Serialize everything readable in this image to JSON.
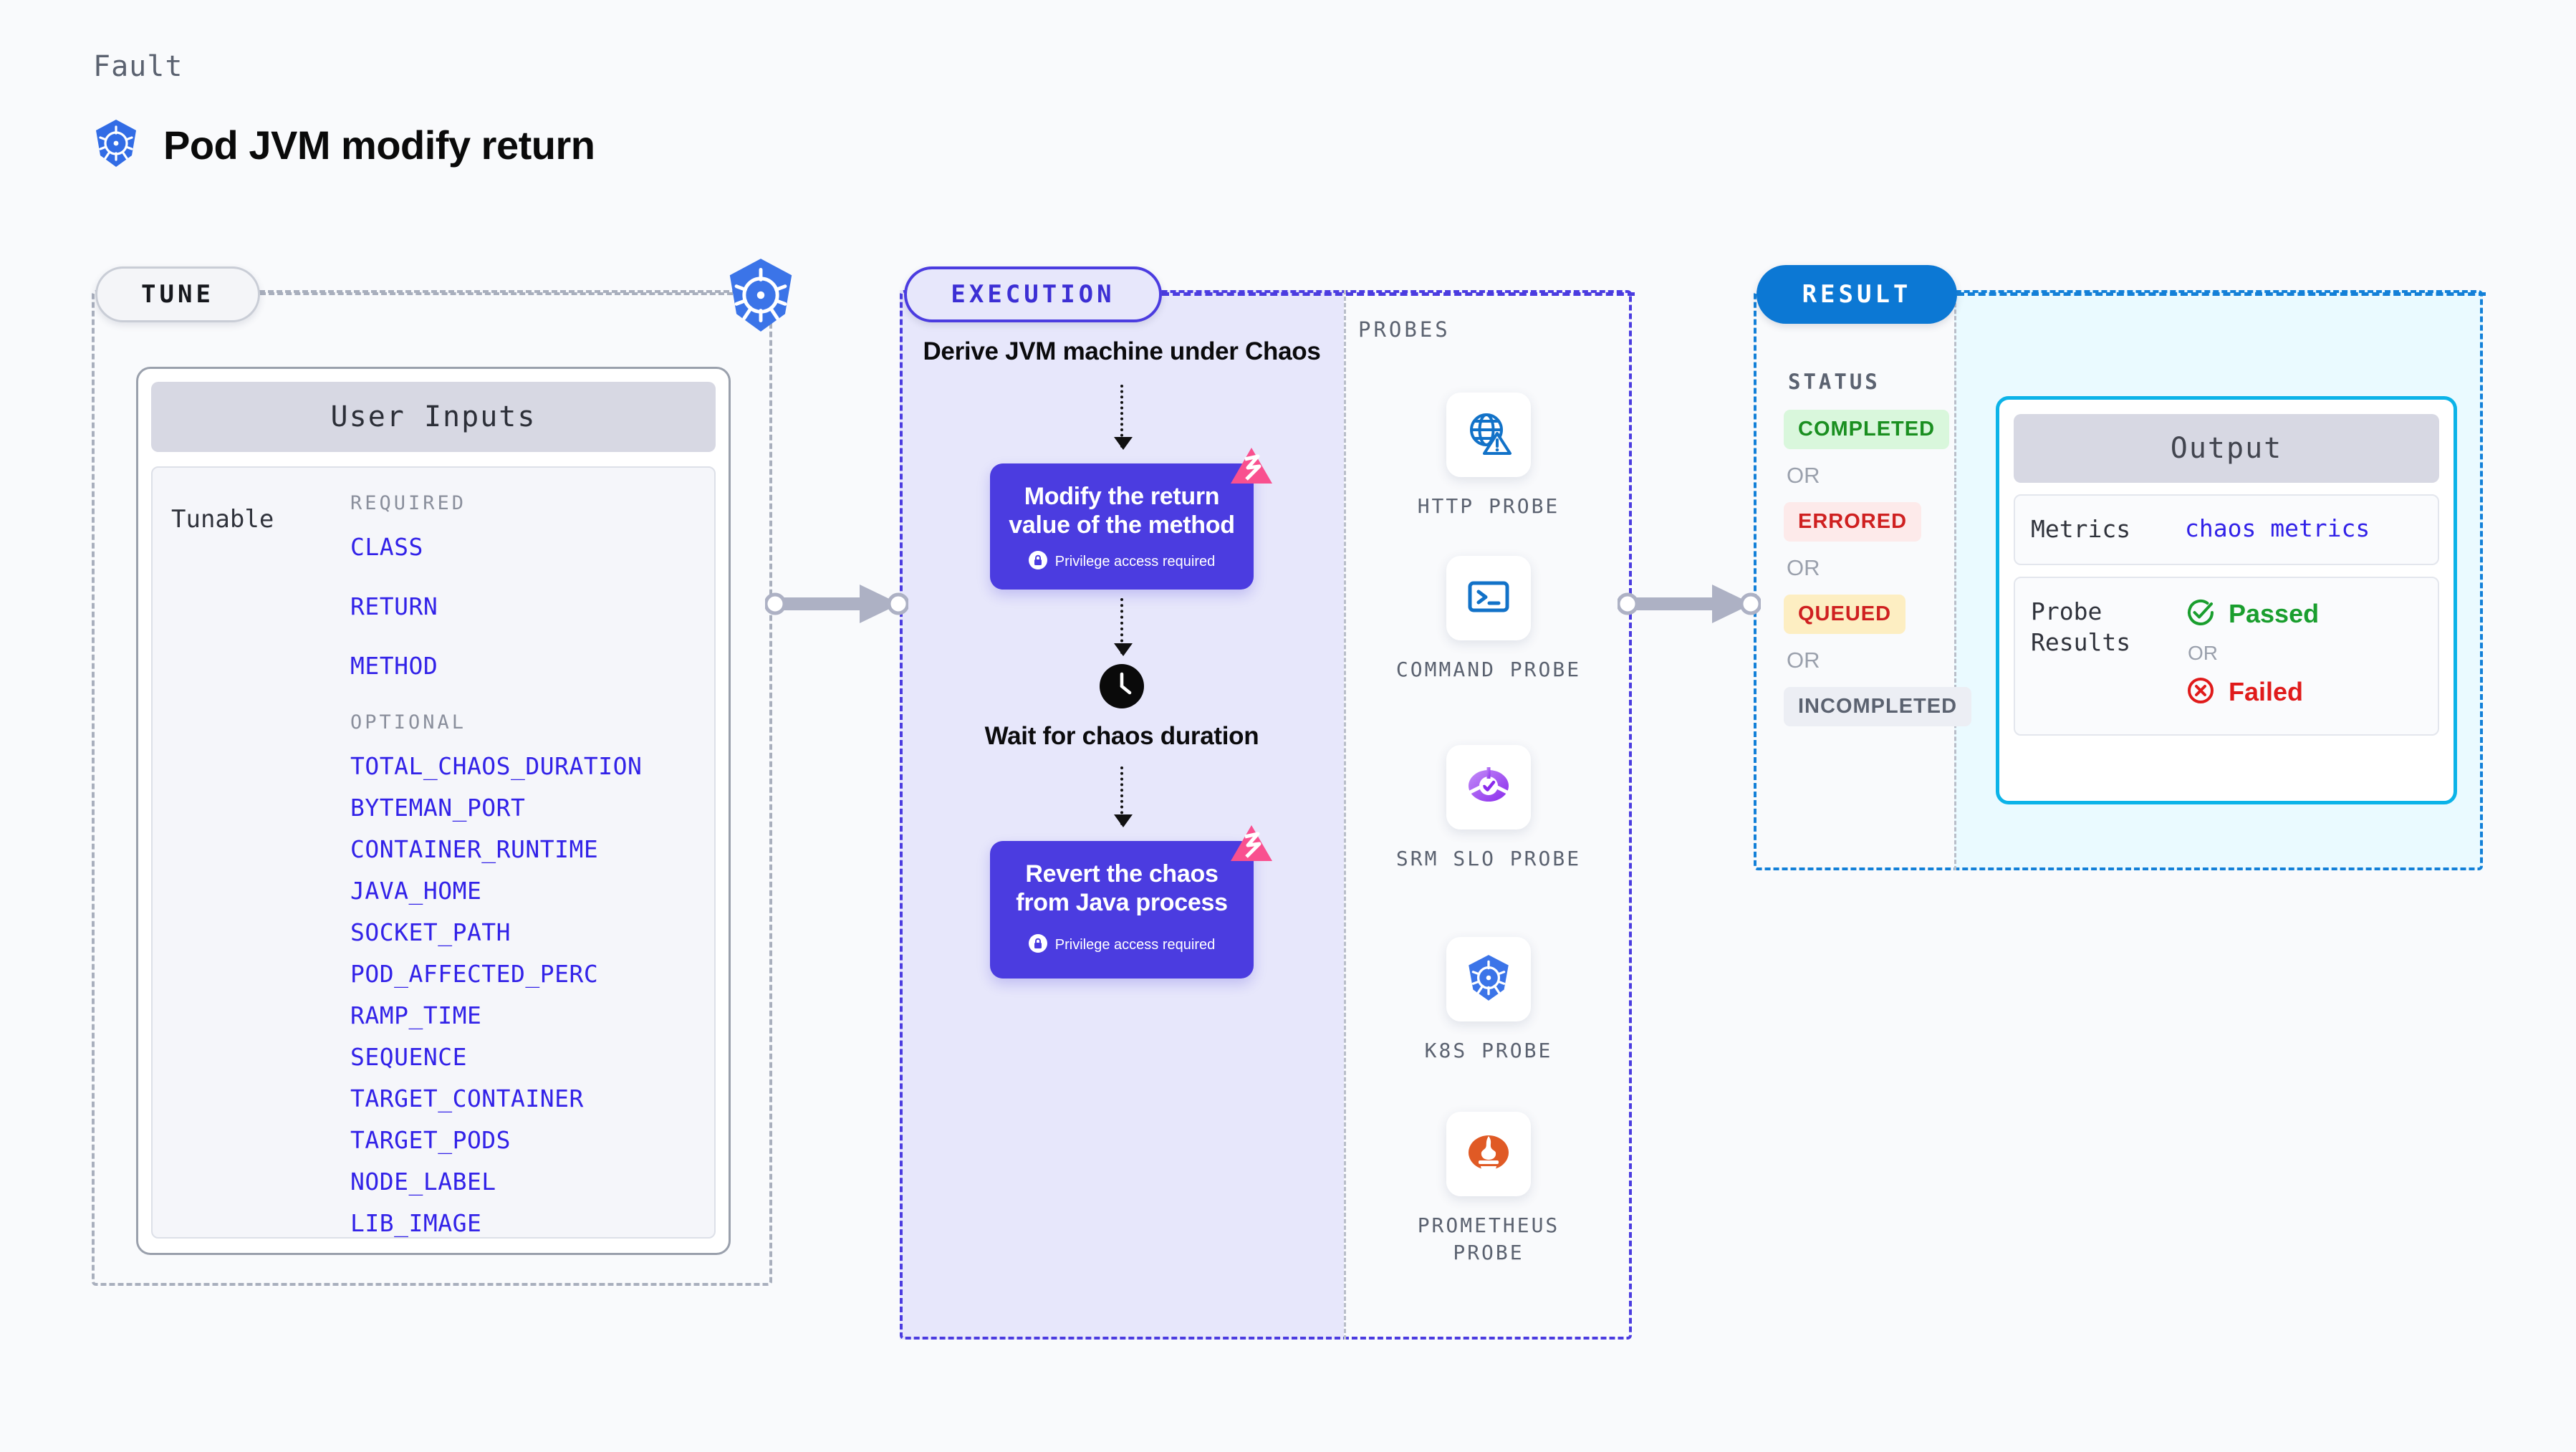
{
  "header": {
    "eyebrow": "Fault",
    "title": "Pod JVM modify return",
    "icon": "kubernetes-icon"
  },
  "stages": {
    "tune": {
      "pill_label": "TUNE"
    },
    "execution": {
      "pill_label": "EXECUTION"
    },
    "result": {
      "pill_label": "RESULT"
    }
  },
  "tune": {
    "card_title": "User Inputs",
    "tunable_label": "Tunable",
    "required_title": "REQUIRED",
    "required": [
      "CLASS",
      "RETURN",
      "METHOD"
    ],
    "optional_title": "OPTIONAL",
    "optional": [
      "TOTAL_CHAOS_DURATION",
      "BYTEMAN_PORT",
      "CONTAINER_RUNTIME",
      "JAVA_HOME",
      "SOCKET_PATH",
      "POD_AFFECTED_PERC",
      "RAMP_TIME",
      "SEQUENCE",
      "TARGET_CONTAINER",
      "TARGET_PODS",
      "NODE_LABEL",
      "LIB_IMAGE"
    ]
  },
  "execution": {
    "steps": [
      {
        "type": "text",
        "label": "Derive JVM machine under Chaos"
      },
      {
        "type": "card",
        "label": "Modify the return value of the method",
        "note": "Privilege access required",
        "badge": "litmus-icon",
        "note_icon": "lock-icon"
      },
      {
        "type": "clock",
        "label": "Wait for chaos duration",
        "icon": "clock-icon"
      },
      {
        "type": "card",
        "label": "Revert the chaos from Java process",
        "note": "Privilege access required",
        "badge": "litmus-icon",
        "note_icon": "lock-icon"
      }
    ]
  },
  "probes": {
    "title": "PROBES",
    "items": [
      {
        "label": "HTTP PROBE",
        "icon": "globe-warning-icon"
      },
      {
        "label": "COMMAND PROBE",
        "icon": "terminal-icon"
      },
      {
        "label": "SRM SLO PROBE",
        "icon": "srm-slo-icon"
      },
      {
        "label": "K8S PROBE",
        "icon": "kubernetes-icon"
      },
      {
        "label": "PROMETHEUS PROBE",
        "icon": "prometheus-icon"
      }
    ]
  },
  "result": {
    "status_title": "STATUS",
    "or_label": "OR",
    "statuses": [
      {
        "label": "COMPLETED",
        "bg": "#d9f7dc",
        "fg": "#1a8f20"
      },
      {
        "label": "ERRORED",
        "bg": "#fdeaea",
        "fg": "#cf2020"
      },
      {
        "label": "QUEUED",
        "bg": "#fdeec2",
        "fg": "#cf2020"
      },
      {
        "label": "INCOMPLETED",
        "bg": "#eceef4",
        "fg": "#5b6270"
      }
    ],
    "output": {
      "title": "Output",
      "metrics_key": "Metrics",
      "metrics_value": "chaos metrics",
      "probe_key": "Probe Results",
      "passed": "Passed",
      "or_label": "OR",
      "failed": "Failed",
      "passed_icon": "check-circle-icon",
      "failed_icon": "x-circle-icon"
    }
  },
  "colors": {
    "accent_exec": "#4b3ce0",
    "accent_result": "#0c78d4",
    "accent_output": "#0bb3e8",
    "param": "#3222e8",
    "litmus_pink": "#f9508f"
  }
}
